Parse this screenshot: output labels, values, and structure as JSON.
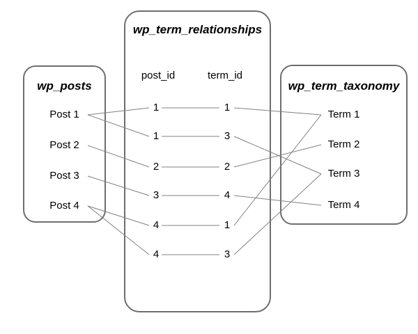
{
  "diagram": {
    "posts_table": {
      "title": "wp_posts",
      "items": [
        "Post 1",
        "Post 2",
        "Post 3",
        "Post 4"
      ]
    },
    "relationships_table": {
      "title": "wp_term_relationships",
      "columns": {
        "post_id": "post_id",
        "term_id": "term_id"
      },
      "rows": [
        {
          "post_id": "1",
          "term_id": "1"
        },
        {
          "post_id": "1",
          "term_id": "3"
        },
        {
          "post_id": "2",
          "term_id": "2"
        },
        {
          "post_id": "3",
          "term_id": "4"
        },
        {
          "post_id": "4",
          "term_id": "1"
        },
        {
          "post_id": "4",
          "term_id": "3"
        }
      ]
    },
    "taxonomy_table": {
      "title": "wp_term_taxonomy",
      "items": [
        "Term 1",
        "Term 2",
        "Term 3",
        "Term 4"
      ]
    },
    "links": {
      "post_to_row": [
        [
          0,
          0
        ],
        [
          0,
          1
        ],
        [
          1,
          2
        ],
        [
          2,
          3
        ],
        [
          3,
          4
        ],
        [
          3,
          5
        ]
      ],
      "row_to_term": [
        [
          0,
          0
        ],
        [
          1,
          2
        ],
        [
          2,
          1
        ],
        [
          3,
          3
        ],
        [
          4,
          0
        ],
        [
          5,
          2
        ]
      ]
    },
    "colors": {
      "box_border": "#6e6e6e",
      "connector_line": "#808080",
      "text": "#000000",
      "background": "#ffffff"
    }
  }
}
